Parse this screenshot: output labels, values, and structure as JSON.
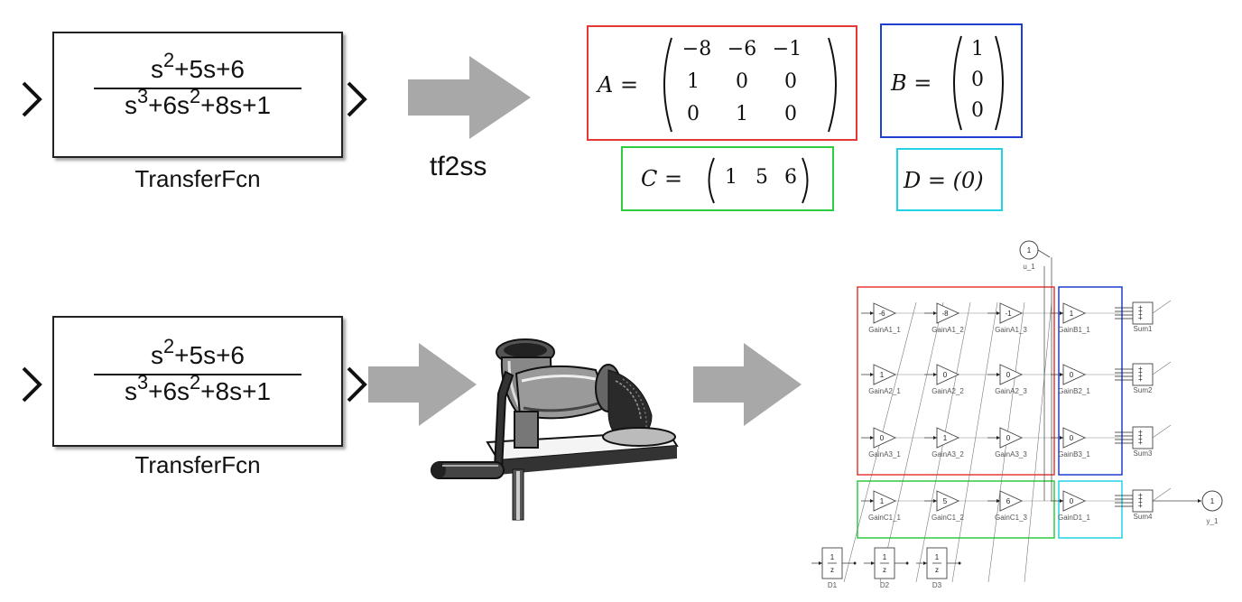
{
  "top_block": {
    "num_base": "s",
    "num_exp": "2",
    "num_rest": "+5s+6",
    "den_base": "s",
    "den_exp1": "3",
    "den_mid": "+6s",
    "den_exp2": "2",
    "den_rest": "+8s+1",
    "label": "TransferFcn"
  },
  "bottom_block": {
    "num_base": "s",
    "num_exp": "2",
    "num_rest": "+5s+6",
    "den_base": "s",
    "den_exp1": "3",
    "den_mid": "+6s",
    "den_exp2": "2",
    "den_rest": "+8s+1",
    "label": "TransferFcn"
  },
  "tf2ss_label": "tf2ss",
  "matrices": {
    "A": {
      "label": "A =",
      "color": "#e53935",
      "cells": [
        [
          "−8",
          "−6",
          "−1"
        ],
        [
          "1",
          "0",
          "0"
        ],
        [
          "0",
          "1",
          "0"
        ]
      ]
    },
    "B": {
      "label": "B =",
      "color": "#1e3fd0",
      "cells": [
        [
          "1"
        ],
        [
          "0"
        ],
        [
          "0"
        ]
      ]
    },
    "C": {
      "label": "C =",
      "color": "#2ecc40",
      "cells": [
        [
          "1",
          "5",
          "6"
        ]
      ]
    },
    "D": {
      "label": "D = (0)",
      "color": "#22d3e6"
    }
  },
  "simulink": {
    "input_port": {
      "value": "1",
      "label": "u_1"
    },
    "output_port": {
      "value": "1",
      "label": "y_1"
    },
    "gains_A": [
      [
        {
          "v": "-6",
          "n": "GainA1_1"
        },
        {
          "v": "-8",
          "n": "GainA1_2"
        },
        {
          "v": "-1",
          "n": "GainA1_3"
        }
      ],
      [
        {
          "v": "1",
          "n": "GainA2_1"
        },
        {
          "v": "0",
          "n": "GainA2_2"
        },
        {
          "v": "0",
          "n": "GainA2_3"
        }
      ],
      [
        {
          "v": "0",
          "n": "GainA3_1"
        },
        {
          "v": "1",
          "n": "GainA3_2"
        },
        {
          "v": "0",
          "n": "GainA3_3"
        }
      ]
    ],
    "gains_B": [
      {
        "v": "1",
        "n": "GainB1_1"
      },
      {
        "v": "0",
        "n": "GainB2_1"
      },
      {
        "v": "0",
        "n": "GainB3_1"
      }
    ],
    "gains_C": [
      {
        "v": "1",
        "n": "GainC1_1"
      },
      {
        "v": "5",
        "n": "GainC1_2"
      },
      {
        "v": "6",
        "n": "GainC1_3"
      }
    ],
    "gain_D": {
      "v": "0",
      "n": "GainD1_1"
    },
    "sums": [
      "Sum1",
      "Sum2",
      "Sum3",
      "Sum4"
    ],
    "delays": [
      {
        "n": "D1",
        "num": "1",
        "den": "z"
      },
      {
        "n": "D2",
        "num": "1",
        "den": "z"
      },
      {
        "n": "D3",
        "num": "1",
        "den": "z"
      }
    ],
    "colors": {
      "A": "#e53935",
      "B": "#1e3fd0",
      "C": "#2ecc40",
      "D": "#22d3e6"
    }
  }
}
